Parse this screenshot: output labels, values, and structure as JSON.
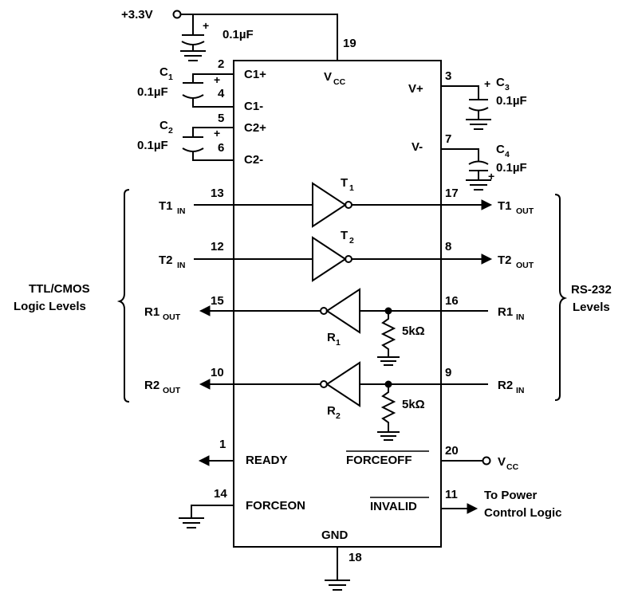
{
  "supply": {
    "label": "+3.3V",
    "cap_value": "0.1µF"
  },
  "chip": {
    "vcc_main": "V",
    "vcc_main_sub": "CC",
    "gnd": "GND",
    "pins": {
      "p19": "19",
      "p2": "2",
      "p4": "4",
      "p5": "5",
      "p6": "6",
      "p3": "3",
      "p7": "7",
      "p13": "13",
      "p17": "17",
      "p12": "12",
      "p8": "8",
      "p15": "15",
      "p16": "16",
      "p10": "10",
      "p9": "9",
      "p1": "1",
      "p20": "20",
      "p14": "14",
      "p11": "11",
      "p18": "18"
    },
    "inner": {
      "c1p": "C1+",
      "c1m": "C1-",
      "c2p": "C2+",
      "c2m": "C2-",
      "vplus": "V+",
      "vminus": "V-",
      "ready": "READY",
      "forceon": "FORCEON",
      "forceoff": "FORCEOFF",
      "invalid": "INVALID"
    }
  },
  "caps": {
    "c1": {
      "name": "C",
      "sub": "1",
      "value": "0.1µF"
    },
    "c2": {
      "name": "C",
      "sub": "2",
      "value": "0.1µF"
    },
    "c3": {
      "name": "C",
      "sub": "3",
      "value": "0.1µF"
    },
    "c4": {
      "name": "C",
      "sub": "4",
      "value": "0.1µF"
    },
    "plus": "+"
  },
  "drivers": {
    "t1": {
      "name": "T",
      "sub": "1"
    },
    "t2": {
      "name": "T",
      "sub": "2"
    },
    "r1": {
      "name": "R",
      "sub": "1"
    },
    "r2": {
      "name": "R",
      "sub": "2"
    }
  },
  "signals": {
    "t1in": "T1",
    "t1in_sub": "IN",
    "t2in": "T2",
    "t2in_sub": "IN",
    "r1out": "R1",
    "r1out_sub": "OUT",
    "r2out": "R2",
    "r2out_sub": "OUT",
    "t1out": "T1",
    "t1out_sub": "OUT",
    "t2out": "T2",
    "t2out_sub": "OUT",
    "r1in": "R1",
    "r1in_sub": "IN",
    "r2in": "R2",
    "r2in_sub": "IN",
    "vcc": "V",
    "vcc_sub": "CC"
  },
  "resistor_value": "5kΩ",
  "groups": {
    "left_line1": "TTL/CMOS",
    "left_line2": "Logic Levels",
    "right_line1": "RS-232",
    "right_line2": "Levels"
  },
  "power_logic": {
    "line1": "To Power",
    "line2": "Control Logic"
  }
}
